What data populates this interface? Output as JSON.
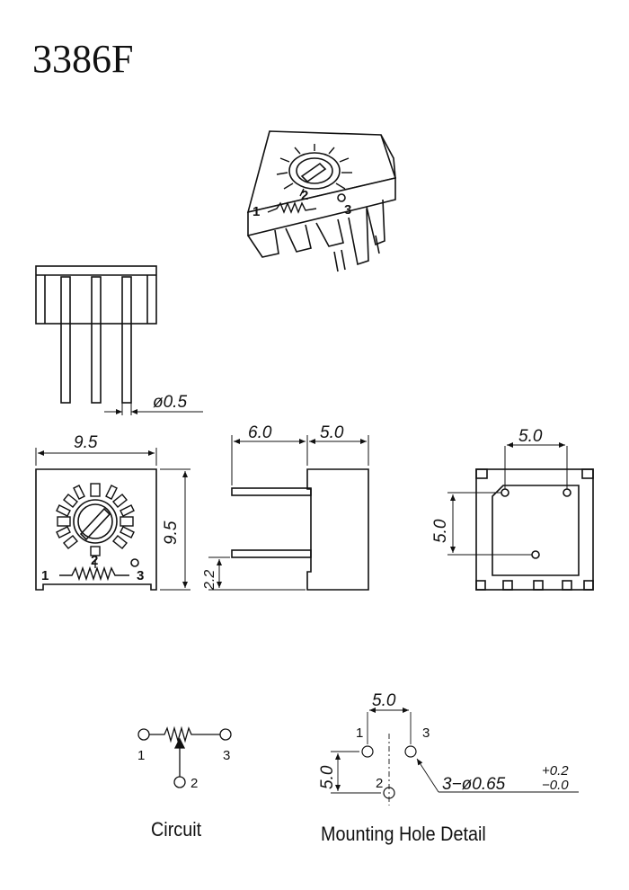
{
  "title": "3386F",
  "dimensions": {
    "pin_diameter": "ø0.5",
    "width": "9.5",
    "height": "9.5",
    "side_pin_length": "6.0",
    "side_body_depth": "5.0",
    "side_pin_offset": "2.2",
    "bottom_width": "5.0",
    "bottom_height": "5.0",
    "hole_spacing_h": "5.0",
    "hole_spacing_v": "5.0",
    "hole_callout": "3−ø0.65",
    "tol_plus": "+0.2",
    "tol_minus": "−0.0"
  },
  "pins": {
    "p1": "1",
    "p2": "2",
    "p3": "3"
  },
  "captions": {
    "circuit": "Circuit",
    "mounting": "Mounting Hole Detail"
  }
}
